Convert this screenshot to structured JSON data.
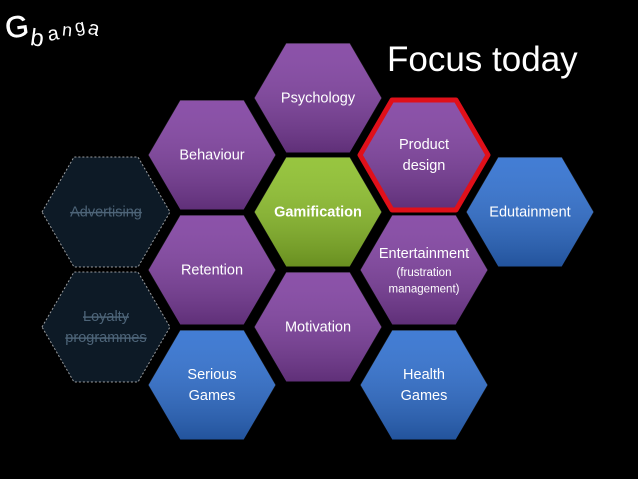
{
  "slide": {
    "title": "Focus today",
    "logo_text": "Gbanga"
  },
  "hexagons": [
    {
      "id": "psychology",
      "lines": [
        "Psychology"
      ],
      "color": "#7f3fa0",
      "highlighted": false,
      "faded": false,
      "bold": false
    },
    {
      "id": "behaviour",
      "lines": [
        "Behaviour"
      ],
      "color": "#7f3fa0",
      "highlighted": false,
      "faded": false,
      "bold": false
    },
    {
      "id": "product-design",
      "lines": [
        "Product",
        "design"
      ],
      "color": "#7f3fa0",
      "highlighted": true,
      "faded": false,
      "bold": false
    },
    {
      "id": "advertising",
      "lines": [
        "Advertising"
      ],
      "color": "#0d1a26",
      "highlighted": false,
      "faded": true,
      "bold": false
    },
    {
      "id": "gamification",
      "lines": [
        "Gamification"
      ],
      "color": "#8cbf2a",
      "highlighted": false,
      "faded": false,
      "bold": true
    },
    {
      "id": "edutainment",
      "lines": [
        "Edutainment"
      ],
      "color": "#2e6fd0",
      "highlighted": false,
      "faded": false,
      "bold": false
    },
    {
      "id": "retention",
      "lines": [
        "Retention"
      ],
      "color": "#7f3fa0",
      "highlighted": false,
      "faded": false,
      "bold": false
    },
    {
      "id": "entertainment",
      "lines": [
        "Entertainment",
        "(frustration",
        "management)"
      ],
      "color": "#7f3fa0",
      "highlighted": false,
      "faded": false,
      "bold": false
    },
    {
      "id": "loyalty",
      "lines": [
        "Loyalty",
        "programmes"
      ],
      "color": "#0d1a26",
      "highlighted": false,
      "faded": true,
      "bold": false
    },
    {
      "id": "motivation",
      "lines": [
        "Motivation"
      ],
      "color": "#7f3fa0",
      "highlighted": false,
      "faded": false,
      "bold": false
    },
    {
      "id": "serious-games",
      "lines": [
        "Serious",
        "Games"
      ],
      "color": "#2e6fd0",
      "highlighted": false,
      "faded": false,
      "bold": false
    },
    {
      "id": "health-games",
      "lines": [
        "Health",
        "Games"
      ],
      "color": "#2e6fd0",
      "highlighted": false,
      "faded": false,
      "bold": false
    }
  ]
}
